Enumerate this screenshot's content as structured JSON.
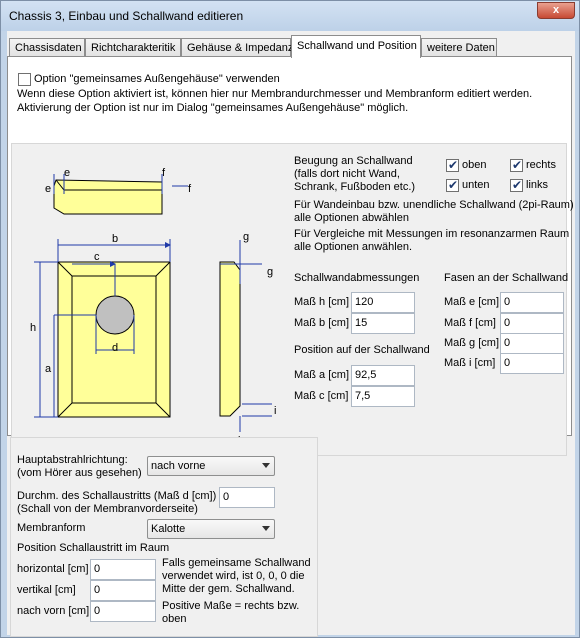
{
  "window": {
    "title": "Chassis 3, Einbau und Schallwand editieren",
    "close_glyph": "x"
  },
  "tabs": [
    {
      "label": "Chassisdaten"
    },
    {
      "label": "Richtcharakteritik"
    },
    {
      "label": "Gehäuse & Impedanz"
    },
    {
      "label": "Schallwand und Position"
    },
    {
      "label": "weitere Daten"
    }
  ],
  "option": {
    "label": "Option \"gemeinsames Außengehäuse\" verwenden",
    "line1": "Wenn diese Option aktiviert ist, können hier nur Membrandurchmesser und Membranform editiert werden.",
    "line2": "Aktivierung der Option ist nur im Dialog \"gemeinsames Außengehäuse\" möglich."
  },
  "diagram": {
    "labels": {
      "e": "e",
      "f": "f",
      "b": "b",
      "c": "c",
      "h": "h",
      "a": "a",
      "d": "d",
      "g": "g",
      "i": "i"
    }
  },
  "diffraction": {
    "title": "Beugung an Schallwand",
    "sub1": "(falls dort nicht Wand,",
    "sub2": "Schrank, Fußboden etc.)",
    "oben": "oben",
    "rechts": "rechts",
    "unten": "unten",
    "links": "links",
    "note1a": "Für Wandeinbau bzw. unendliche Schallwand (2pi-Raum)",
    "note1b": "alle Optionen abwählen",
    "note2a": "Für Vergleiche mit Messungen im resonanzarmen Raum",
    "note2b": "alle Optionen anwählen."
  },
  "dims": {
    "title": "Schallwandabmessungen",
    "h_label": "Maß h [cm]",
    "h_value": "120",
    "b_label": "Maß b [cm]",
    "b_value": "15"
  },
  "position": {
    "title": "Position auf der Schallwand",
    "a_label": "Maß a [cm]",
    "a_value": "92,5",
    "c_label": "Maß c [cm]",
    "c_value": "7,5"
  },
  "chamfers": {
    "title": "Fasen an der Schallwand",
    "e_label": "Maß e [cm]",
    "e_value": "0",
    "f_label": "Maß f [cm]",
    "f_value": "0",
    "g_label": "Maß g [cm]",
    "g_value": "0",
    "i_label": "Maß i [cm]",
    "i_value": "0"
  },
  "lower": {
    "direction_label1": "Hauptabstrahlrichtung:",
    "direction_label2": "(vom Hörer aus gesehen)",
    "direction_value": "nach vorne",
    "diam_label1": "Durchm. des Schallaustritts (Maß d [cm])",
    "diam_label2": "(Schall von der Membranvorderseite)",
    "diam_value": "0",
    "membrane_label": "Membranform",
    "membrane_value": "Kalotte",
    "pos_title": "Position Schallaustritt im Raum",
    "horiz_label": "horizontal [cm]",
    "horiz_value": "0",
    "vert_label": "vertikal [cm]",
    "vert_value": "0",
    "front_label": "nach vorn [cm]",
    "front_value": "0",
    "note1": "Falls gemeinsame Schallwand",
    "note2": "verwendet wird, ist 0, 0, 0 die",
    "note3": "Mitte der gem. Schallwand.",
    "note4": "Positive Maße = rechts bzw.",
    "note5": "oben"
  },
  "colors": {
    "baffle_fill": "#ffff99",
    "driver_fill": "#c0c0c0",
    "dim_line": "#1f3aa8"
  }
}
